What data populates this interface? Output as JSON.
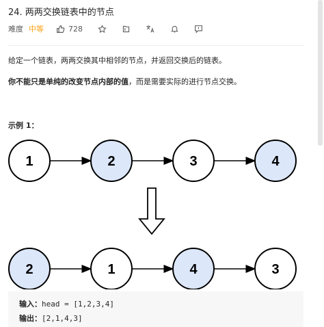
{
  "problem": {
    "title": "24. 两两交换链表中的节点",
    "difficulty_label": "难度",
    "difficulty": "中等",
    "likes": "728"
  },
  "toolbar": {
    "icons": [
      "thumbs-up-icon",
      "star-icon",
      "share-icon",
      "translate-icon",
      "bell-icon",
      "feedback-icon"
    ]
  },
  "description": {
    "p1": "给定一个链表，两两交换其中相邻的节点，并返回交换后的链表。",
    "p2_bold": "你不能只是单纯的改变节点内部的值",
    "p2_rest": "，而是需要实际的进行节点交换。"
  },
  "example": {
    "heading": "示例 1：",
    "before_nodes": [
      "1",
      "2",
      "3",
      "4"
    ],
    "after_nodes": [
      "2",
      "1",
      "4",
      "3"
    ],
    "input_label": "输入：",
    "input_value": "head = [1,2,3,4]",
    "output_label": "输出：",
    "output_value": "[2,1,4,3]"
  },
  "colors": {
    "accent_difficulty": "#ffa116",
    "node_highlight": "#dce7fa",
    "node_plain": "#ffffff",
    "code_bg": "#f7f7f8"
  }
}
